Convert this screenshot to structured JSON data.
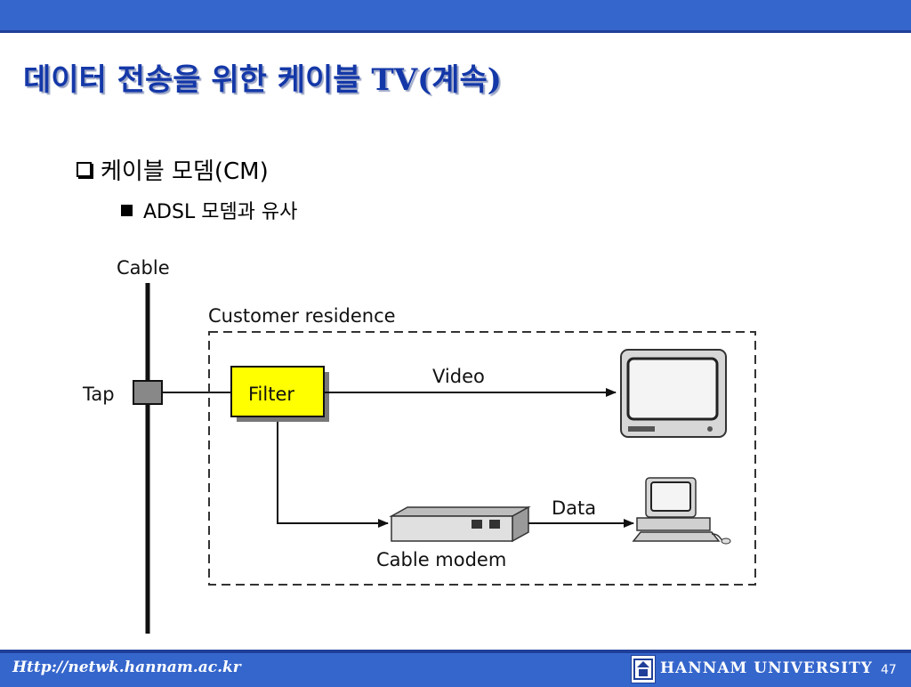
{
  "slide": {
    "title": "데이터 전송을 위한 케이블 TV(계속)",
    "bullets": [
      {
        "text": "케이블 모뎀(CM)"
      },
      {
        "text": "ADSL 모뎀과 유사"
      }
    ]
  },
  "diagram": {
    "labels": {
      "cable": "Cable",
      "customer_residence": "Customer residence",
      "tap": "Tap",
      "filter": "Filter",
      "video": "Video",
      "data": "Data",
      "cable_modem": "Cable modem"
    },
    "colors": {
      "filter_fill": "#ffff00",
      "line": "#111111"
    },
    "icons": [
      "tap-box",
      "tv-icon",
      "computer-icon",
      "cable-modem-device"
    ]
  },
  "footer": {
    "url": "Http://netwk.hannam.ac.kr",
    "university": "HANNAM UNIVERSITY",
    "page_number": "47"
  },
  "colors": {
    "header_bar": "#3566cc",
    "title": "#1438a8"
  }
}
